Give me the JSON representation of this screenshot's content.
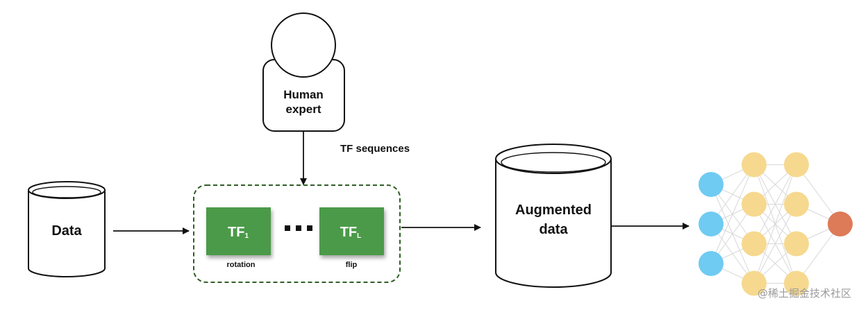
{
  "human": {
    "label_line1": "Human",
    "label_line2": "expert"
  },
  "tf_sequences_label": "TF sequences",
  "data_store": {
    "label": "Data"
  },
  "pipeline": {
    "separator": "···",
    "tf_first": {
      "main": "TF",
      "sub": "1",
      "caption": "rotation"
    },
    "tf_last": {
      "main": "TF",
      "sub": "L",
      "caption": "flip"
    }
  },
  "augmented": {
    "label_line1": "Augmented",
    "label_line2": "data"
  },
  "network": {
    "layers": [
      3,
      4,
      4,
      1
    ]
  },
  "watermark": "@稀土掘金技术社区",
  "colors": {
    "tf_green": "#4c9a49",
    "dash_green": "#2f5e24",
    "input_node": "#6fcbf2",
    "hidden_node": "#f6d98f",
    "output_node": "#dd7a58"
  }
}
